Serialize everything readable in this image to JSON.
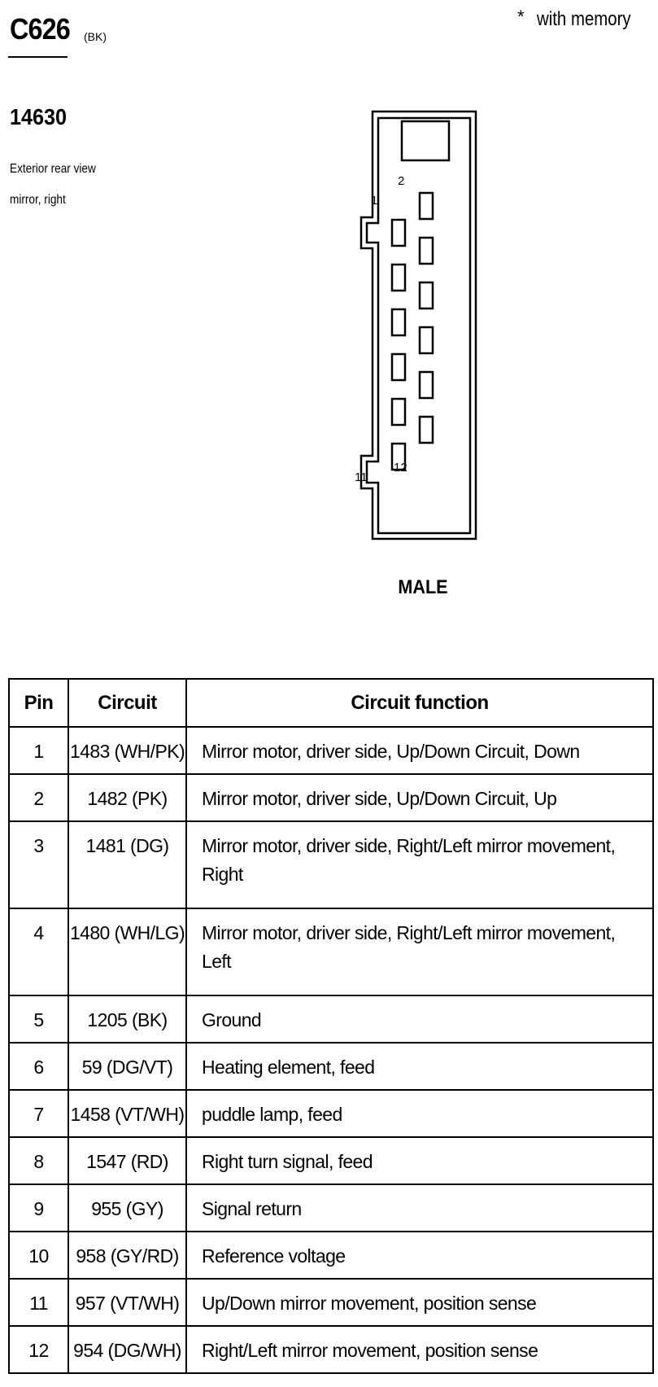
{
  "header": {
    "connector_id": "C626",
    "connector_color": "(BK)",
    "note_marker": "*",
    "note_text": "with memory",
    "part_number": "14630",
    "description_line1": "Exterior rear view",
    "description_line2": "mirror, right"
  },
  "connector": {
    "pin_labels": {
      "p1": "1",
      "p2": "2",
      "p11": "11",
      "p12": "12"
    },
    "gender": "MALE"
  },
  "table": {
    "headers": {
      "pin": "Pin",
      "circuit": "Circuit",
      "function": "Circuit function"
    },
    "rows": [
      {
        "pin": "1",
        "circuit": "1483 (WH/PK)",
        "function": "Mirror motor, driver side, Up/Down Circuit, Down"
      },
      {
        "pin": "2",
        "circuit": "1482 (PK)",
        "function": "Mirror motor, driver side, Up/Down Circuit, Up"
      },
      {
        "pin": "3",
        "circuit": "1481 (DG)",
        "function": "Mirror motor, driver side, Right/Left mirror movement, Right"
      },
      {
        "pin": "4",
        "circuit": "1480 (WH/LG)",
        "function": "Mirror motor, driver side, Right/Left mirror movement, Left"
      },
      {
        "pin": "5",
        "circuit": "1205 (BK)",
        "function": "Ground"
      },
      {
        "pin": "6",
        "circuit": "59 (DG/VT)",
        "function": "Heating element, feed"
      },
      {
        "pin": "7",
        "circuit": "1458 (VT/WH)",
        "function": "puddle lamp, feed"
      },
      {
        "pin": "8",
        "circuit": "1547 (RD)",
        "function": "Right turn signal, feed"
      },
      {
        "pin": "9",
        "circuit": "955 (GY)",
        "function": "Signal return"
      },
      {
        "pin": "10",
        "circuit": "958 (GY/RD)",
        "function": "Reference voltage"
      },
      {
        "pin": "11",
        "circuit": "957 (VT/WH)",
        "function": "Up/Down mirror movement, position sense"
      },
      {
        "pin": "12",
        "circuit": "954 (DG/WH)",
        "function": "Right/Left mirror movement, position sense"
      }
    ]
  }
}
